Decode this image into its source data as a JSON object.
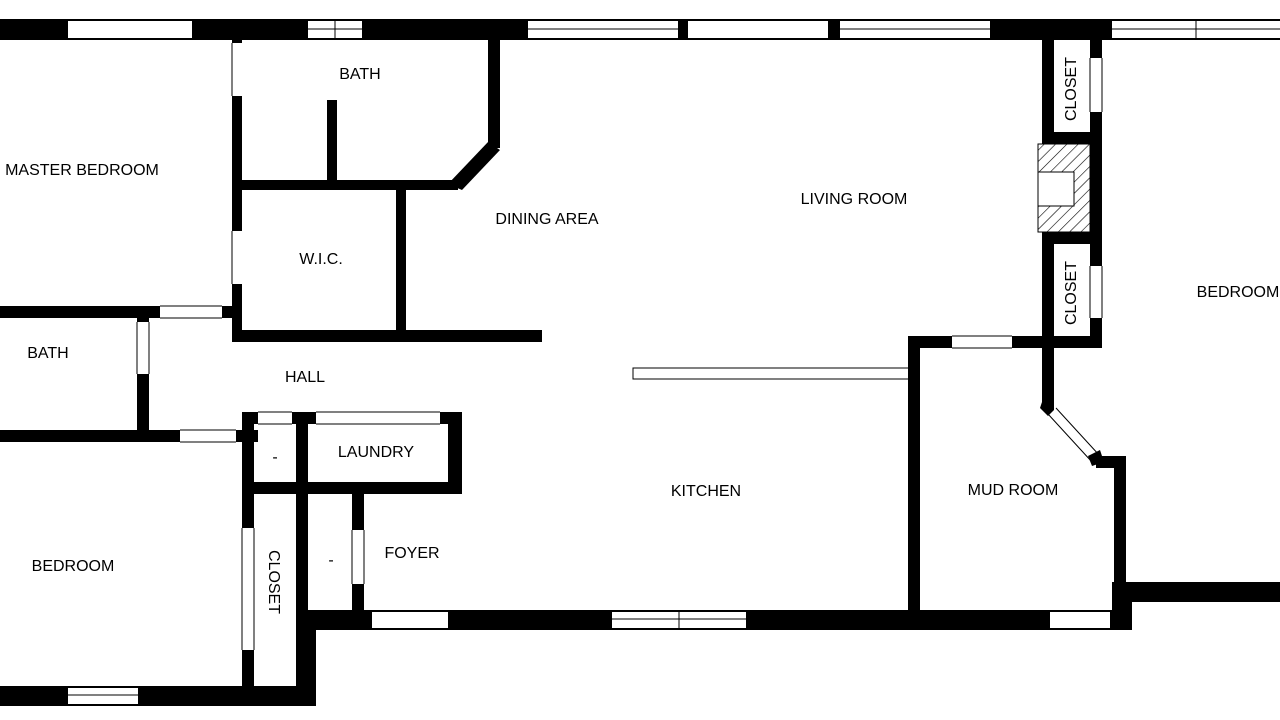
{
  "rooms": {
    "master_bedroom": "MASTER BEDROOM",
    "bath_top": "BATH",
    "wic": "W.I.C.",
    "dining_area": "DINING AREA",
    "living_room": "LIVING ROOM",
    "closet_top": "CLOSET",
    "closet_mid": "CLOSET",
    "bedroom_right": "BEDROOM",
    "bath_left": "BATH",
    "hall": "HALL",
    "linen": "-",
    "laundry": "LAUNDRY",
    "kitchen": "KITCHEN",
    "mud_room": "MUD ROOM",
    "bedroom_left": "BEDROOM",
    "closet_left": "CLOSET",
    "foyer_closet": "-",
    "foyer": "FOYER"
  },
  "colors": {
    "wall": "#000000",
    "background": "#ffffff"
  }
}
